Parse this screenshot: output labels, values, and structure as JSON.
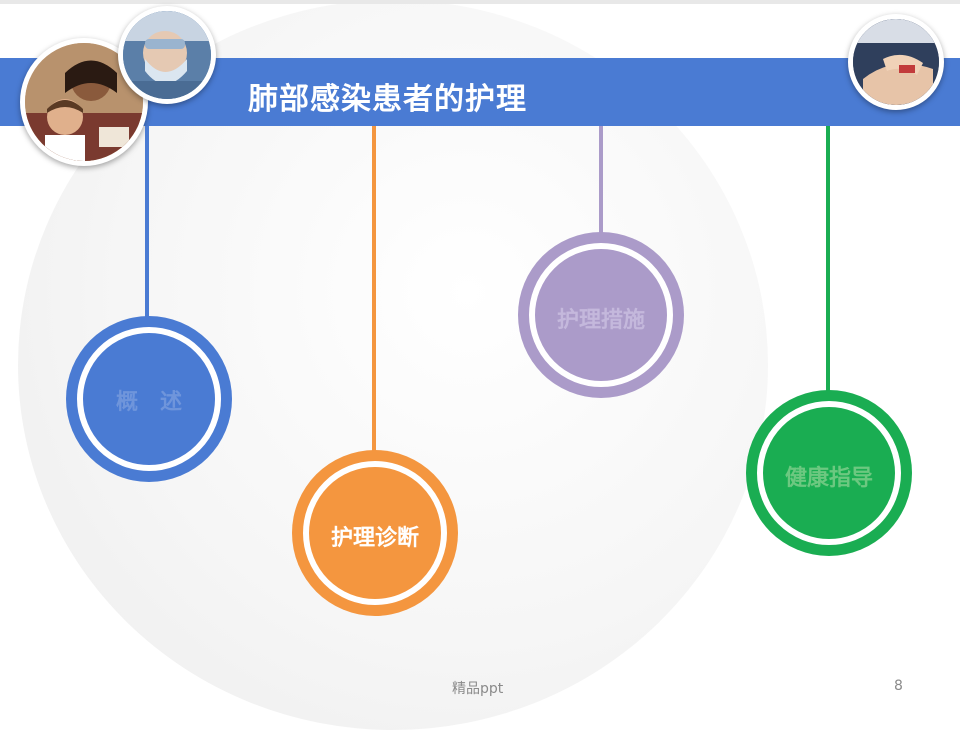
{
  "slide": {
    "title": "肺部感染患者的护理",
    "nodes": [
      {
        "label": "概　述",
        "color": "#4a7bd3",
        "label_color": "#6f95db"
      },
      {
        "label": "护理诊断",
        "color": "#f4963f",
        "label_color": "#ffffff"
      },
      {
        "label": "护理措施",
        "color": "#ab9bc9",
        "label_color": "#c4b8dc"
      },
      {
        "label": "健康指导",
        "color": "#1aad52",
        "label_color": "#6cc880"
      }
    ],
    "footer_text": "精品ppt",
    "page_number": "8"
  },
  "colors": {
    "banner": "#4a7bd3"
  },
  "icons": [
    "photo-mother-child-icon",
    "photo-surgeon-icon",
    "photo-hands-icon"
  ]
}
